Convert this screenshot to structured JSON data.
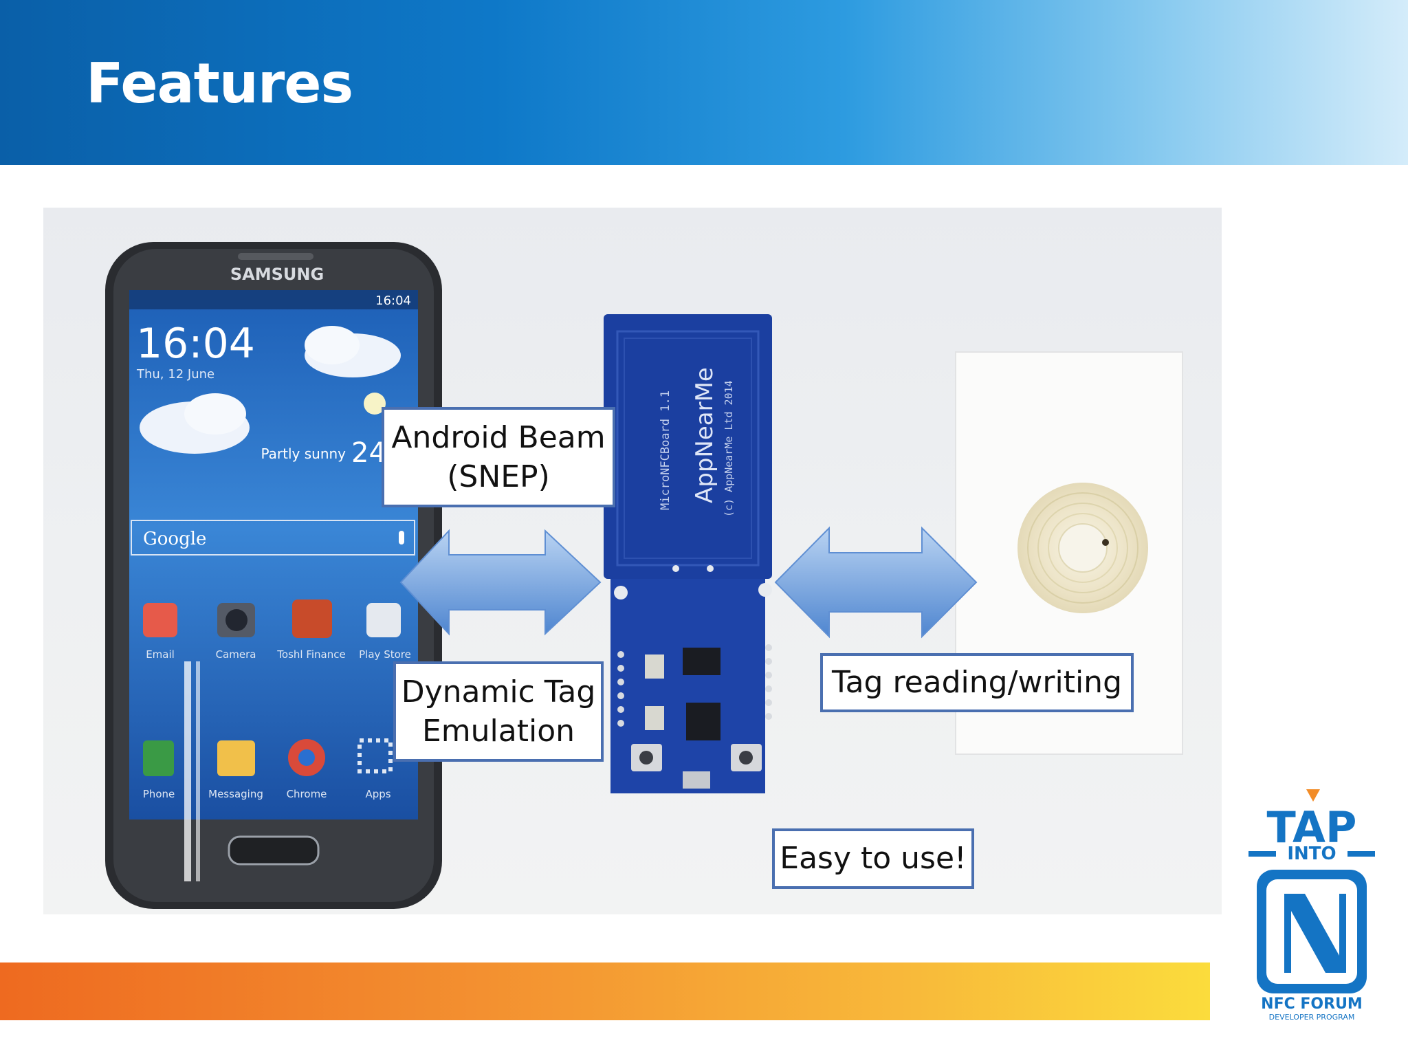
{
  "slide": {
    "title": "Features"
  },
  "photo": {
    "phone_brand": "SAMSUNG",
    "clock": "16:04",
    "date": "Thu, 12 June",
    "status_time": "16:04",
    "weather": "Partly sunny",
    "temperature": "24",
    "search_label": "Google",
    "apps": [
      "Email",
      "Camera",
      "Toshl Finance",
      "Play Store"
    ],
    "dock": [
      "Phone",
      "Messaging",
      "Chrome",
      "Apps"
    ],
    "board_model": "MicroNFCBoard 1.1",
    "board_brand": "AppNearMe",
    "board_copyright": "(c) AppNearMe Ltd 2014"
  },
  "callouts": {
    "android_beam": "Android Beam\n(SNEP)",
    "dynamic_tag": "Dynamic Tag\nEmulation",
    "tag_rw": "Tag reading/writing",
    "easy": "Easy to use!"
  },
  "logo": {
    "tap": "TAP",
    "into": "INTO",
    "forum": "NFC FORUM",
    "program": "DEVELOPER PROGRAM"
  }
}
